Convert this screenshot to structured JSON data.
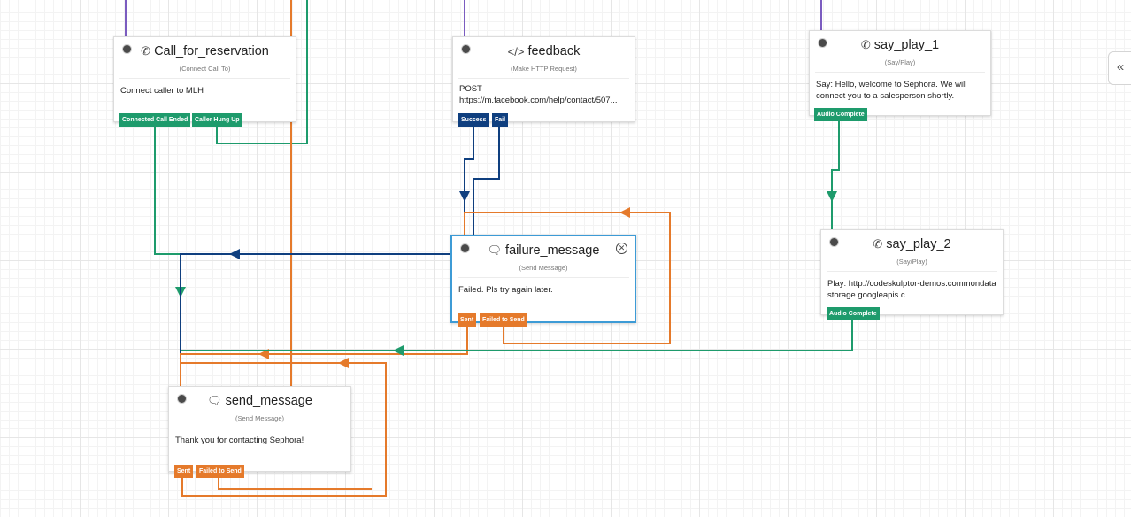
{
  "canvas": {
    "colors": {
      "green": "#1e9b6c",
      "blue": "#0f3f7f",
      "orange": "#e57a2b",
      "purple": "#7b5cc0",
      "selected_border": "#3d9bd6"
    },
    "collapse_icon": "double-chevron-left-icon",
    "collapse_glyph": "«"
  },
  "nodes": {
    "call_for_reservation": {
      "icon": "phone-icon",
      "title": "Call_for_reservation",
      "type": "(Connect Call To)",
      "body": "Connect caller to MLH",
      "ports": [
        "Connected Call Ended",
        "Caller Hung Up"
      ]
    },
    "feedback": {
      "icon": "code-icon",
      "title": "feedback",
      "type": "(Make HTTP Request)",
      "body_line1": "POST",
      "body_line2": "https://m.facebook.com/help/contact/507...",
      "ports": [
        "Success",
        "Fail"
      ]
    },
    "say_play_1": {
      "icon": "phone-icon",
      "title": "say_play_1",
      "type": "(Say/Play)",
      "body": "Say: Hello, welcome to Sephora. We will connect you to a salesperson shortly.",
      "ports": [
        "Audio Complete"
      ]
    },
    "failure_message": {
      "icon": "message-icon",
      "title": "failure_message",
      "type": "(Send Message)",
      "body": "Failed. Pls try again later.",
      "ports": [
        "Sent",
        "Failed to Send"
      ]
    },
    "say_play_2": {
      "icon": "phone-icon",
      "title": "say_play_2",
      "type": "(Say/Play)",
      "body": "Play: http://codeskulptor-demos.commondatastorage.googleapis.c...",
      "ports": [
        "Audio Complete"
      ]
    },
    "send_message": {
      "icon": "message-icon",
      "title": "send_message",
      "type": "(Send Message)",
      "body": "Thank you for contacting Sephora!",
      "ports": [
        "Sent",
        "Failed to Send"
      ]
    }
  }
}
